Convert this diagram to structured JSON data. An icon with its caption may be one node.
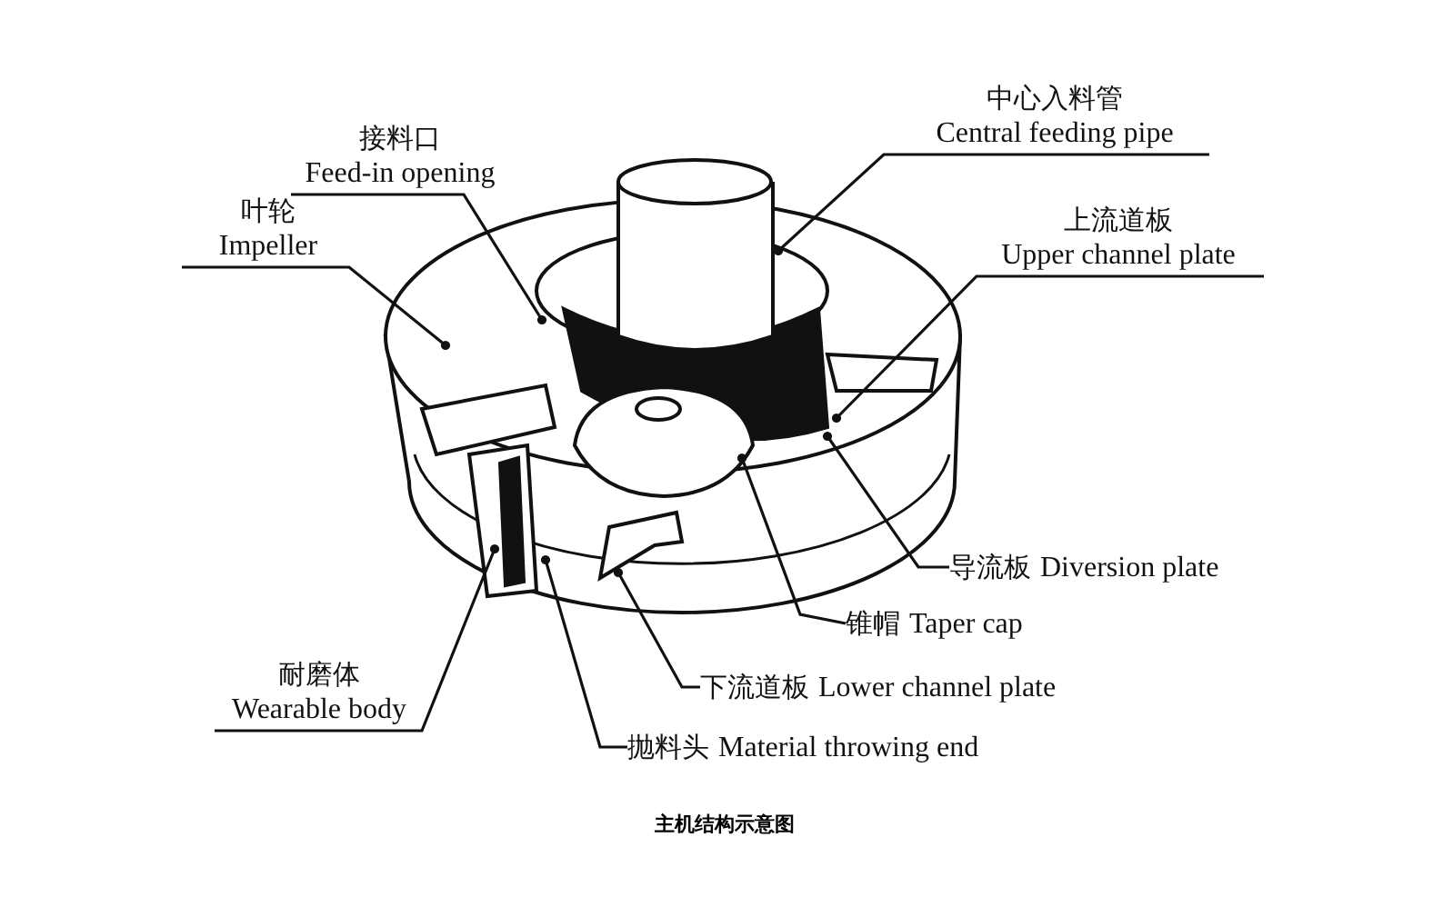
{
  "diagram": {
    "caption": "主机结构示意图",
    "nodes": [
      {
        "text": [
          "叶轮",
          "Impeller"
        ]
      },
      {
        "text": [
          "接料口",
          "Feed-in opening"
        ]
      },
      {
        "text": [
          "中心入料管",
          "Central feeding pipe"
        ]
      },
      {
        "text": [
          "上流道板",
          "Upper channel plate"
        ]
      },
      {
        "text": [
          "导流板",
          "Diversion plate"
        ]
      },
      {
        "text": [
          "锥帽",
          "Taper cap"
        ]
      },
      {
        "text": [
          "下流道板",
          "Lower channel plate"
        ]
      },
      {
        "text": [
          "耐磨体",
          "Wearable body"
        ]
      },
      {
        "text": [
          "抛料头",
          "Material throwing end"
        ]
      }
    ],
    "edges": [
      {
        "from": 0,
        "to": null,
        "arrow": "other"
      },
      {
        "from": 1,
        "to": null,
        "arrow": "other"
      },
      {
        "from": 2,
        "to": null,
        "arrow": "other"
      },
      {
        "from": 3,
        "to": null,
        "arrow": "other"
      },
      {
        "from": 4,
        "to": null,
        "arrow": "other"
      },
      {
        "from": 5,
        "to": null,
        "arrow": "other"
      },
      {
        "from": 6,
        "to": null,
        "arrow": "other"
      },
      {
        "from": 7,
        "to": null,
        "arrow": "other"
      },
      {
        "from": 8,
        "to": null,
        "arrow": "other"
      }
    ]
  }
}
